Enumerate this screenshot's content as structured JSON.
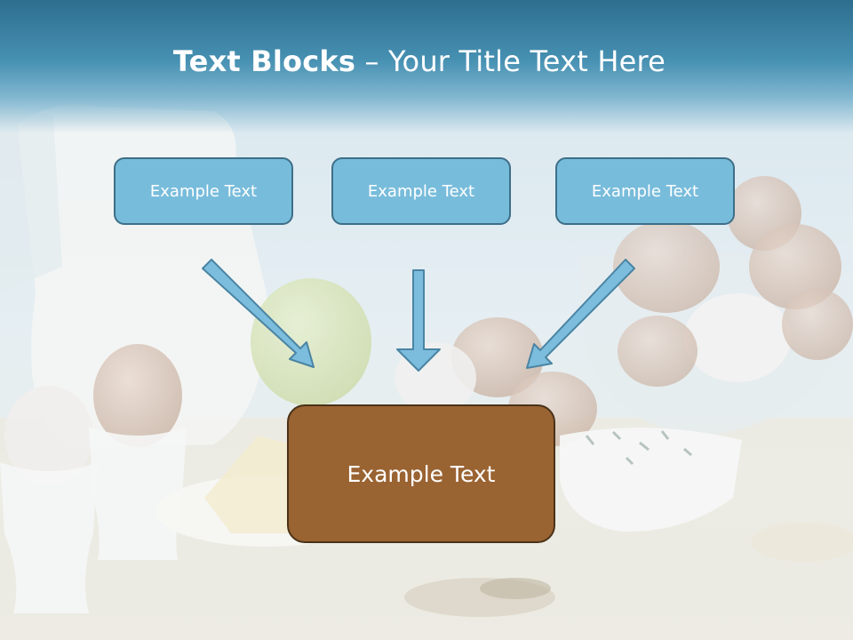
{
  "slide": {
    "title_bold": "Text Blocks",
    "title_rest": " – Your Title Text Here",
    "blocks": [
      {
        "label": "Example Text"
      },
      {
        "label": "Example Text"
      },
      {
        "label": "Example Text"
      }
    ],
    "main_block": {
      "label": "Example Text"
    }
  },
  "colors": {
    "header": "#3f86aa",
    "small_box_fill": "#78bcdb",
    "small_box_border": "#3d6f88",
    "main_box_fill": "#9a6332",
    "main_box_border": "#4a3218",
    "arrow_fill": "#7cbddd",
    "arrow_stroke": "#4a84a3"
  }
}
